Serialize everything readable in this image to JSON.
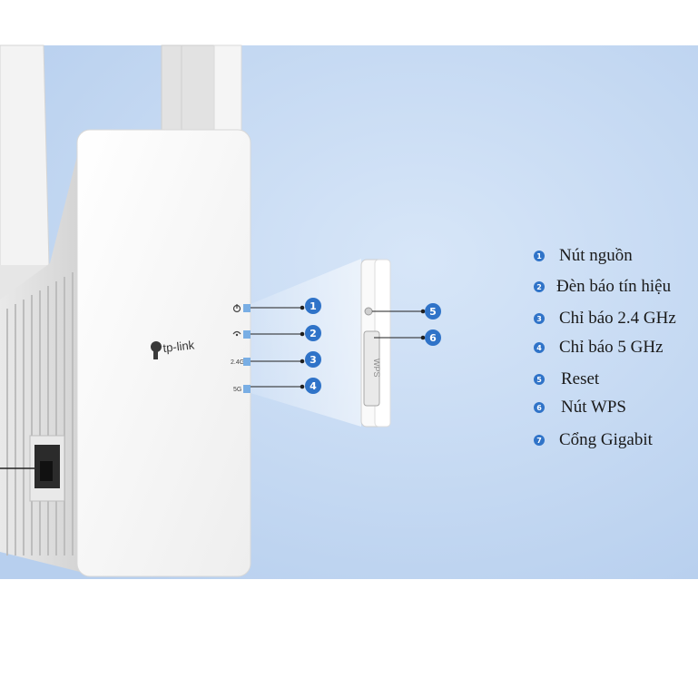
{
  "brand": "tp-link",
  "device_labels": {
    "led_24": "2.4G",
    "led_5": "5G",
    "wps": "WPS"
  },
  "legend": [
    {
      "num": "1",
      "label": "Nút nguồn"
    },
    {
      "num": "2",
      "label": "Đèn báo tín hiệu"
    },
    {
      "num": "3",
      "label": "Chỉ báo 2.4 GHz"
    },
    {
      "num": "4",
      "label": "Chỉ báo 5 GHz"
    },
    {
      "num": "5",
      "label": "Reset"
    },
    {
      "num": "6",
      "label": "Nút WPS"
    },
    {
      "num": "7",
      "label": "Cổng Gigabit"
    }
  ],
  "colors": {
    "background": "#c4d9f2",
    "callout": "#2f73c8",
    "device": "#f7f7f7"
  }
}
